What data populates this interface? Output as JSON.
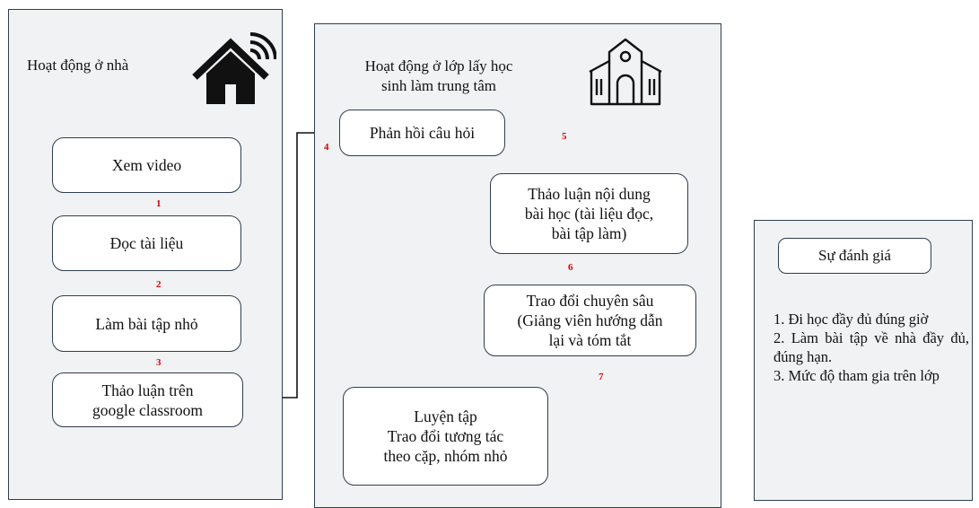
{
  "home": {
    "title": "Hoạt động ở nhà",
    "icon": "smart-home-icon",
    "steps": [
      "Xem video",
      "Đọc tài liệu",
      "Làm bài tập nhỏ",
      "Thảo luận trên\ngoogle classroom"
    ]
  },
  "classroom": {
    "title": "Hoạt động ở lớp lấy học\nsinh làm trung tâm",
    "icon": "school-building-icon",
    "steps": [
      "Phản hồi câu hỏi",
      "Thảo luận nội dung\nbài học (tài liệu đọc,\nbài tập làm)",
      "Trao đổi chuyên sâu\n(Giảng viên hướng dẫn\nlại và tóm tắt",
      "Luyện tập\nTrao đổi tương tác\ntheo cặp, nhóm nhỏ"
    ]
  },
  "step_numbers": [
    "1",
    "2",
    "3",
    "4",
    "5",
    "6",
    "7"
  ],
  "evaluation": {
    "title": "Sự đánh giá",
    "criteria": [
      "1. Đi học đầy đủ đúng giờ",
      "2. Làm bài tập về nhà đầy đủ, đúng hạn.",
      "3. Mức độ tham gia trên lớp"
    ]
  },
  "colors": {
    "panel_bg": "#f1f2f3",
    "border": "#2f3e4e",
    "step_number": "#e00000"
  }
}
